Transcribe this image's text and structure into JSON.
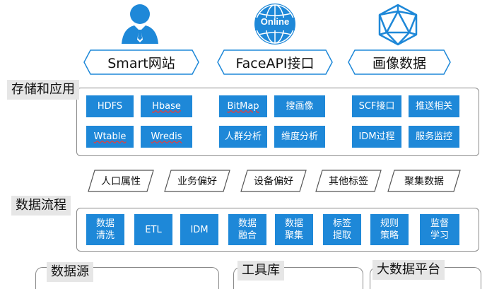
{
  "colors": {
    "accent": "#1e88d8",
    "frame": "#8a8a8a",
    "label_bg": "#e6e6e6"
  },
  "icons": [
    "user-icon",
    "online-globe-icon",
    "cube-icon"
  ],
  "top": {
    "globe_text": "Online",
    "headers": [
      "Smart网站",
      "FaceAPI接口",
      "画像数据"
    ]
  },
  "storage": {
    "label": "存储和应用",
    "group1": [
      "HDFS",
      "Hbase",
      "Wtable",
      "Wredis"
    ],
    "group2": [
      "BitMap",
      "搜画像",
      "人群分析",
      "维度分析"
    ],
    "group3": [
      "SCF接口",
      "推送相关",
      "IDM过程",
      "服务监控"
    ]
  },
  "tags": [
    "人口属性",
    "业务偏好",
    "设备偏好",
    "其他标签",
    "聚集数据"
  ],
  "flow": {
    "label": "数据流程",
    "steps": [
      "数据\n清洗",
      "ETL",
      "IDM",
      "数据\n融合",
      "数据\n聚集",
      "标签\n提取",
      "规则\n策略",
      "监督\n学习"
    ]
  },
  "bottom": {
    "labels": [
      "数据源",
      "工具库",
      "大数据平台"
    ]
  }
}
